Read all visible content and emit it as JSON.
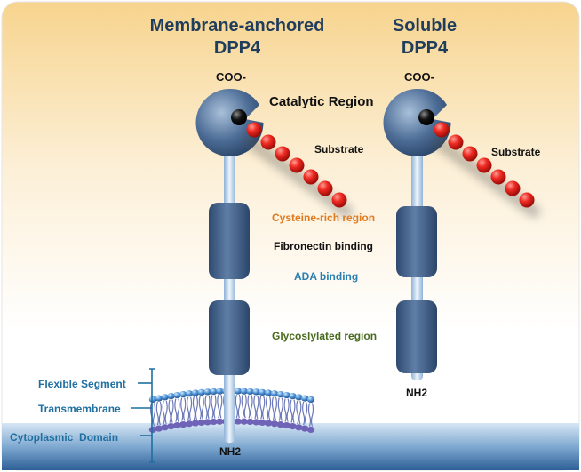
{
  "membrane_anchored": {
    "title_line1": "Membrane-anchored",
    "title_line2": "DPP4",
    "coo_label": "COO-",
    "catalytic_label": "Catalytic Region",
    "substrate_label": "Substrate",
    "cysteine_label": "Cysteine-rich region",
    "fibronectin_label": "Fibronectin binding",
    "ada_label": "ADA binding",
    "glyco_label": "Glycoslylated region",
    "nh2_label": "NH2"
  },
  "soluble": {
    "title_line1": "Soluble",
    "title_line2": "DPP4",
    "coo_label": "COO-",
    "substrate_label": "Substrate",
    "nh2_label": "NH2"
  },
  "membrane": {
    "flexible_label": "Flexible Segment",
    "transmembrane_label": "Transmembrane",
    "cytoplasmic_label": "Cytoplasmic  Domain"
  },
  "colors": {
    "title": "#1f3d5c",
    "cysteine": "#e07a1f",
    "ada": "#2a7fb0",
    "glyco": "#4a6b1e",
    "membrane_label": "#1f6fa0",
    "bead": "#e0201a",
    "domain": "#3d5a82"
  }
}
